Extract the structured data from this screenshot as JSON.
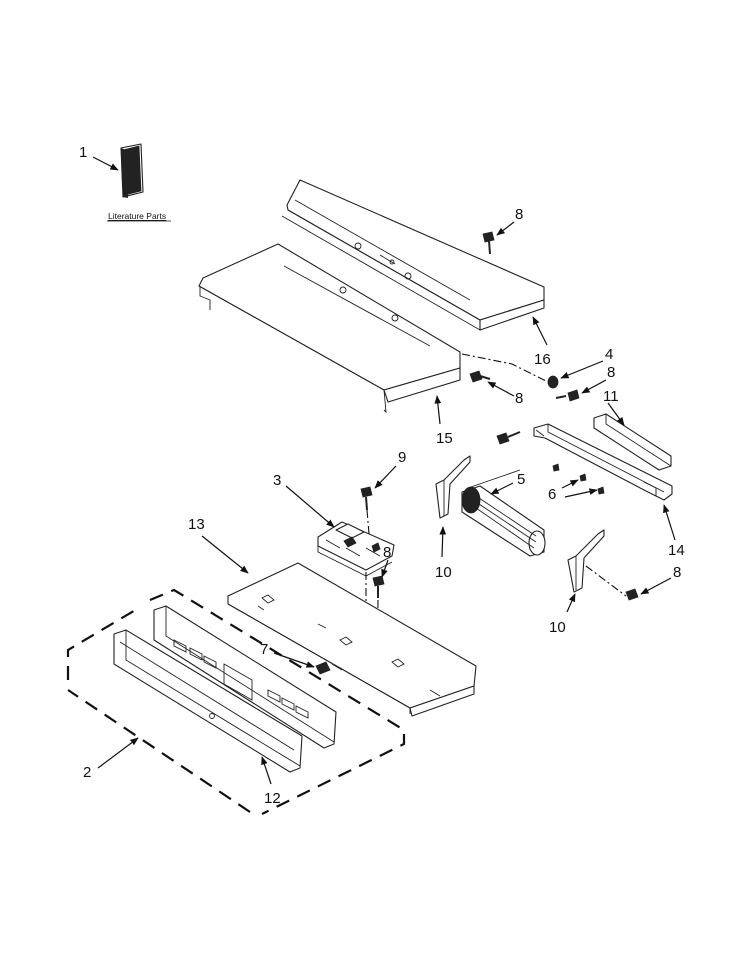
{
  "literature_caption": "Literature Parts",
  "callouts": {
    "c1": "1",
    "c2": "2",
    "c3": "3",
    "c4": "4",
    "c5": "5",
    "c6": "6",
    "c7": "7",
    "c8a": "8",
    "c8b": "8",
    "c8c": "8",
    "c8d": "8",
    "c8e": "8",
    "c9": "9",
    "c10a": "10",
    "c10b": "10",
    "c11": "11",
    "c12": "12",
    "c13": "13",
    "c14": "14",
    "c15": "15",
    "c16": "16"
  }
}
